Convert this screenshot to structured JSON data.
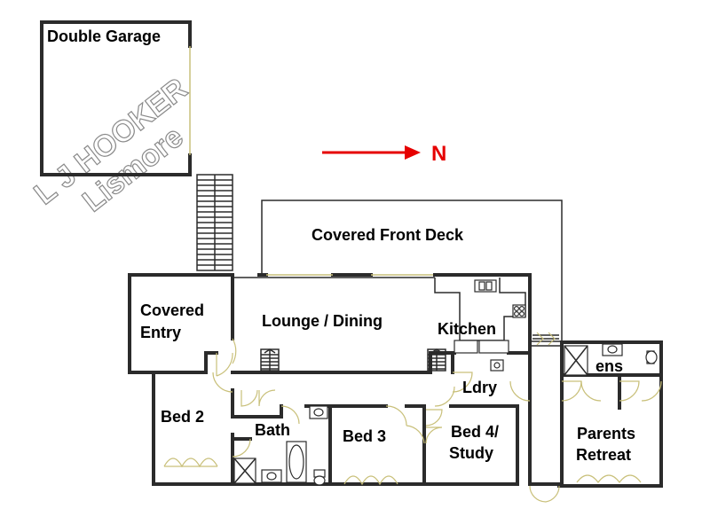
{
  "rooms": {
    "double_garage": "Double  Garage",
    "covered_front_deck": "Covered Front Deck",
    "covered_entry_1": "Covered",
    "covered_entry_2": "Entry",
    "lounge_dining": "Lounge / Dining",
    "kitchen": "Kitchen",
    "ldry": "Ldry",
    "ens": "ens",
    "bed2": "Bed 2",
    "bath": "Bath",
    "bed3": "Bed 3",
    "bed4_1": "Bed 4/",
    "bed4_2": "Study",
    "parents_1": "Parents",
    "parents_2": "Retreat"
  },
  "compass": {
    "label": "N",
    "color": "#e60000"
  },
  "watermark": {
    "line1": "L J HOOKER",
    "line2": "Lismore"
  }
}
